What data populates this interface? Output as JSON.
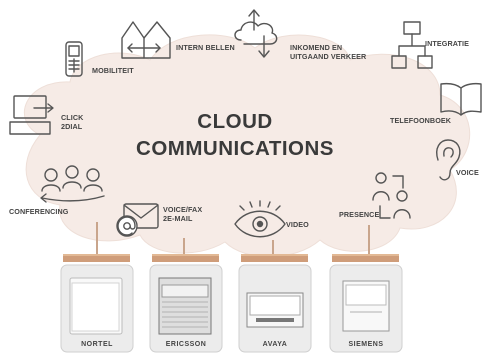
{
  "title": "CLOUD\nCOMMUNICATIONS",
  "services": {
    "intern_bellen": "INTERN BELLEN",
    "inkomend": "INKOMEND EN\nUITGAAND VERKEER",
    "integratie": "INTEGRATIE",
    "mobiliteit": "MOBILITEIT",
    "click2dial": "CLICK\n2DIAL",
    "telefoonboek": "TELEFOONBOEK",
    "voice": "VOICE",
    "conferencing": "CONFERENCING",
    "voicefax": "VOICE/FAX\n2E-MAIL",
    "video": "VIDEO",
    "presence": "PRESENCE"
  },
  "brands": [
    "NORTEL",
    "ERICSSON",
    "AVAYA",
    "SIEMENS"
  ],
  "colors": {
    "cloud": "#f6ebe6",
    "connector": "#c9a58c",
    "plank": "#cf9d7a",
    "icon_stroke": "#555555",
    "box": "#e4e4e4"
  }
}
